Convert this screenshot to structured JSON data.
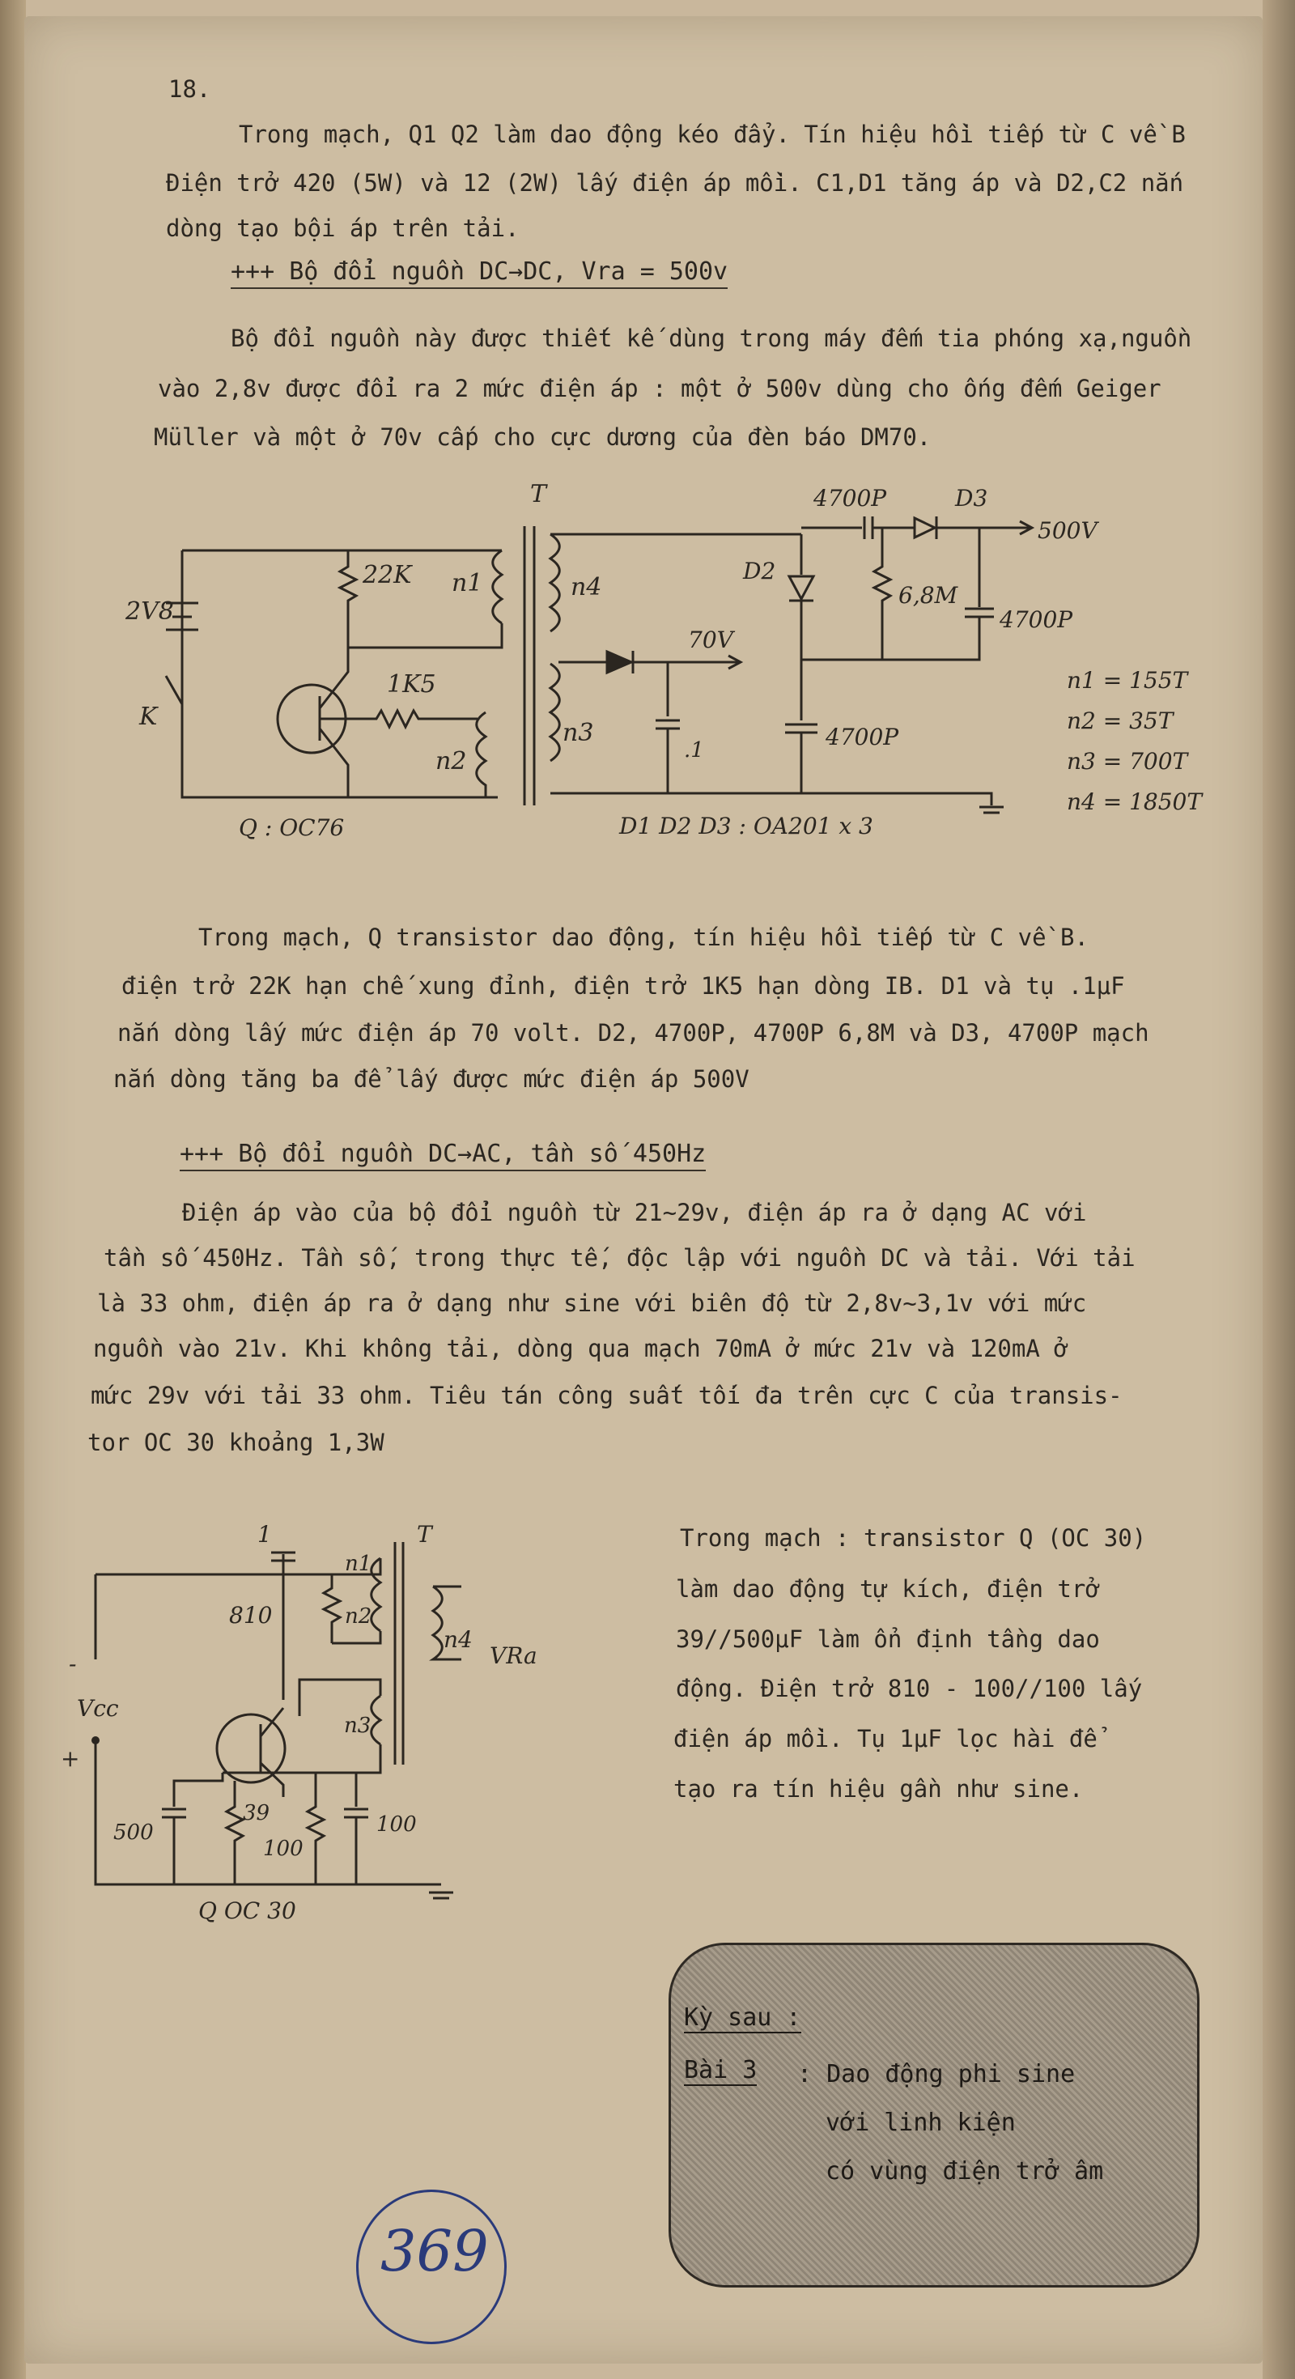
{
  "page_number": "18.",
  "intro": {
    "line1": "Trong mạch, Q1 Q2 làm dao động kéo đẩy. Tín hiệu hồi tiếp từ C về B",
    "line2": "Điện trở 420 (5W) và 12 (2W) lấy điện áp mồi. C1,D1 tăng áp và D2,C2 nắn",
    "line3": "dòng tạo bội áp trên tải."
  },
  "section1": {
    "heading": "+++ Bộ đổi nguồn DC→DC, Vra = 500v",
    "p1": "Bộ đổi nguồn này được thiết kế dùng trong máy đếm tia phóng xạ,nguồn",
    "p2": "vào 2,8v được đổi ra 2 mức điện áp : một ở 500v dùng cho ống đếm Geiger",
    "p3": "Müller và một ở 70v cấp cho cực dương của đèn báo DM70."
  },
  "circuit1": {
    "battery": "2V8",
    "switch": "K",
    "r1": "22K",
    "r2": "1K5",
    "n1": "n1",
    "n2": "n2",
    "n3": "n3",
    "n4": "n4",
    "transformer": "T",
    "c_top": "4700P",
    "d3": "D3",
    "out500": "500V",
    "d2": "D2",
    "r68": "6,8M",
    "c_right": "4700P",
    "out70": "70V",
    "c1": ".1",
    "c_mid": "4700P",
    "q": "Q : OC76",
    "diodes": "D1 D2 D3 : OA201 x 3",
    "turns": [
      "n1 = 155T",
      "n2 = 35T",
      "n3 = 700T",
      "n4 = 1850T"
    ]
  },
  "desc1": {
    "l1": "Trong mạch, Q transistor dao động, tín hiệu hồi tiếp từ C về B.",
    "l2": "điện trở 22K hạn chế xung đỉnh, điện trở 1K5 hạn dòng IB. D1 và tụ .1μF",
    "l3": "nắn dòng lấy mức điện áp 70 volt. D2, 4700P, 4700P 6,8M và D3, 4700P mạch",
    "l4": "nắn dòng tăng ba để lấy được mức điện áp 500V"
  },
  "section2": {
    "heading": "+++ Bộ đổi nguồn DC→AC, tần số 450Hz",
    "p1": "Điện áp vào của bộ đổi nguồn từ 21~29v, điện áp ra ở dạng AC với",
    "p2": "tần số 450Hz. Tần số, trong thực tế, độc lập với nguồn DC và tải. Với tải",
    "p3": "là 33 ohm, điện áp ra ở dạng như sine với biên độ từ 2,8v~3,1v với mức",
    "p4": "nguồn vào 21v. Khi không tải, dòng qua mạch 70mA ở mức 21v và 120mA ở",
    "p5": "mức 29v với tải 33 ohm. Tiêu tán công suất tối đa trên cực C của transis-",
    "p6": "tor OC 30 khoảng 1,3W"
  },
  "circuit2": {
    "c1": "1",
    "r810": "810",
    "n1": "n1",
    "n2": "n2",
    "n3": "n3",
    "n4": "n4",
    "t": "T",
    "vra": "VRa",
    "vcc": "Vcc",
    "minus": "-",
    "plus": "+",
    "c500": "500",
    "r39": "39",
    "r100": "100",
    "c100": "100",
    "q": "Q  OC 30"
  },
  "side_text": {
    "l1": "Trong mạch : transistor Q (OC 30)",
    "l2": "làm dao động tự kích, điện trở",
    "l3": "39//500μF làm ổn định tầng dao",
    "l4": "động. Điện trở 810 - 100//100 lấy",
    "l5": "điện áp mồi. Tụ 1μF lọc hài để",
    "l6": "tạo ra tín hiệu gần như sine."
  },
  "next_box": {
    "label": "Kỳ sau :",
    "lesson": "Bài 3",
    "t1": ": Dao động phi sine",
    "t2": "với linh kiện",
    "t3": "có vùng điện trở âm"
  },
  "stamp": "369"
}
